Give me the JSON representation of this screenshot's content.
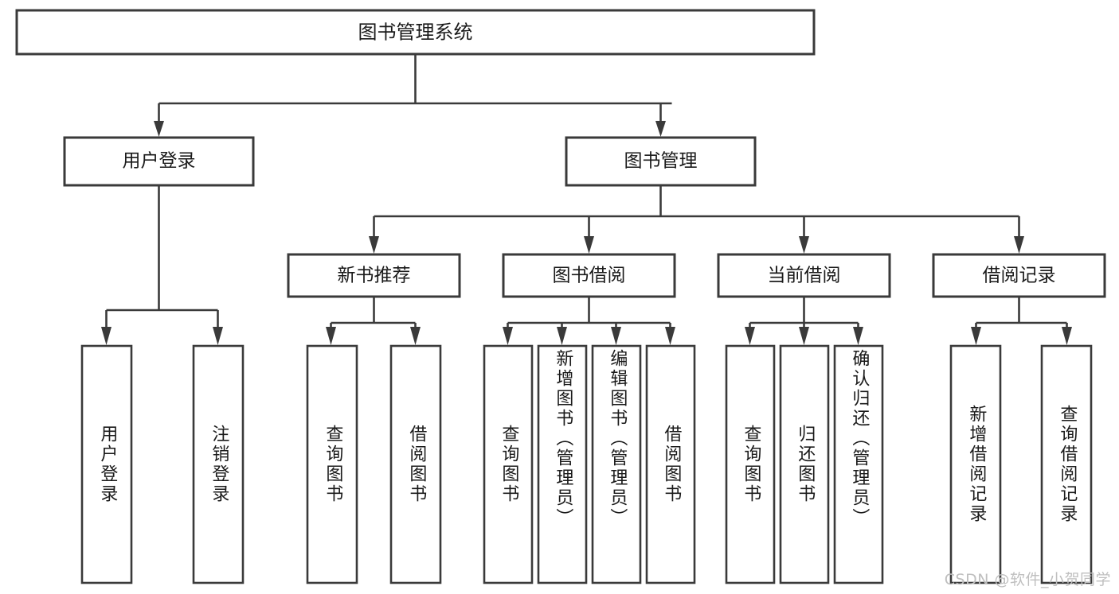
{
  "diagram": {
    "kind": "functional-structure-tree",
    "root": {
      "id": "root",
      "label": "图书管理系统"
    },
    "level1": [
      {
        "id": "user-login",
        "label": "用户登录"
      },
      {
        "id": "book-manage",
        "label": "图书管理"
      }
    ],
    "level2": [
      {
        "id": "new-book-recommend",
        "label": "新书推荐",
        "parent": "book-manage"
      },
      {
        "id": "book-borrow",
        "label": "图书借阅",
        "parent": "book-manage"
      },
      {
        "id": "current-borrow",
        "label": "当前借阅",
        "parent": "book-manage"
      },
      {
        "id": "borrow-record",
        "label": "借阅记录",
        "parent": "book-manage"
      }
    ],
    "leaves": [
      {
        "id": "leaf-user-login",
        "label": "用户登录",
        "parent": "user-login"
      },
      {
        "id": "leaf-logout",
        "label": "注销登录",
        "parent": "user-login"
      },
      {
        "id": "leaf-query-book-1",
        "label": "查询图书",
        "parent": "new-book-recommend"
      },
      {
        "id": "leaf-borrow-book-1",
        "label": "借阅图书",
        "parent": "new-book-recommend"
      },
      {
        "id": "leaf-query-book-2",
        "label": "查询图书",
        "parent": "book-borrow"
      },
      {
        "id": "leaf-add-book",
        "label": "新增图书（管理员）",
        "parent": "book-borrow"
      },
      {
        "id": "leaf-edit-book",
        "label": "编辑图书（管理员）",
        "parent": "book-borrow"
      },
      {
        "id": "leaf-borrow-book-2",
        "label": "借阅图书",
        "parent": "book-borrow"
      },
      {
        "id": "leaf-query-book-3",
        "label": "查询图书",
        "parent": "current-borrow"
      },
      {
        "id": "leaf-return-book",
        "label": "归还图书",
        "parent": "current-borrow"
      },
      {
        "id": "leaf-confirm-return",
        "label": "确认归还（管理员）",
        "parent": "current-borrow"
      },
      {
        "id": "leaf-add-record",
        "label": "新增借阅记录",
        "parent": "borrow-record"
      },
      {
        "id": "leaf-query-record",
        "label": "查询借阅记录",
        "parent": "borrow-record"
      }
    ]
  },
  "watermark": {
    "text": "CSDN @软件_小贺同学"
  },
  "colors": {
    "stroke": "#3a3a3a",
    "fill": "#ffffff",
    "text": "#1a1a1a",
    "watermark": "#bfbfbf",
    "background": "#ffffff"
  }
}
